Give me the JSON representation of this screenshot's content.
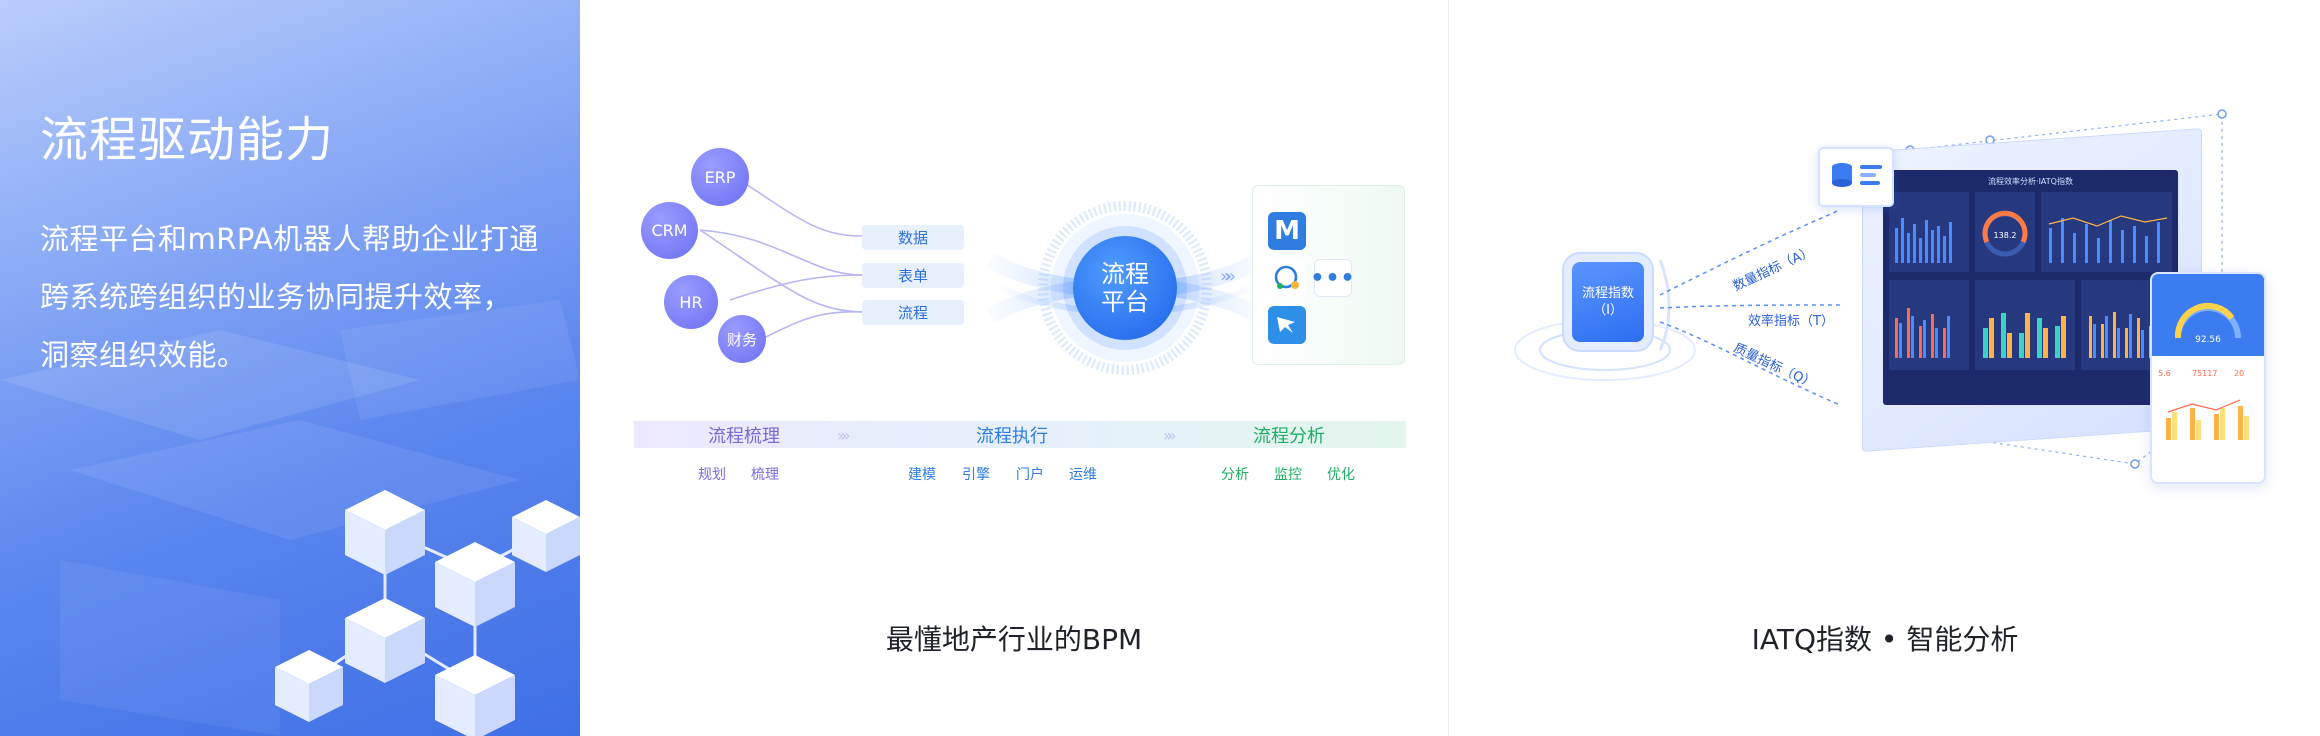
{
  "hero": {
    "title": "流程驱动能力",
    "description": "流程平台和mRPA机器人帮助企业打通跨系统跨组织的业务协同提升效率，洞察组织效能。"
  },
  "middle_panel": {
    "caption": "最懂地产行业的BPM",
    "systems": [
      "ERP",
      "CRM",
      "HR",
      "财务"
    ],
    "data_pills": [
      "数据",
      "表单",
      "流程"
    ],
    "core_line1": "流程",
    "core_line2": "平台",
    "apps": [
      "m-icon",
      "chat-icon",
      "more-icon",
      "bird-icon"
    ],
    "stages": [
      {
        "label": "流程梳理",
        "color": "#7b68d9",
        "steps": [
          "规划",
          "梳理"
        ]
      },
      {
        "label": "流程执行",
        "color": "#2f7de1",
        "steps": [
          "建模",
          "引擎",
          "门户",
          "运维"
        ]
      },
      {
        "label": "流程分析",
        "color": "#1fae63",
        "steps": [
          "分析",
          "监控",
          "优化"
        ]
      }
    ]
  },
  "right_panel": {
    "caption": "IATQ指数 • 智能分析",
    "core_line1": "流程指数",
    "core_line2": "（I）",
    "metrics": [
      "数量指标（A）",
      "效率指标（T）",
      "质量指标（Q）"
    ],
    "dashboard_title": "流程效率分析·IATQ指数",
    "gauge_value": "138.2",
    "mobile_value": "92.56",
    "mobile_stats": [
      "5.6",
      "75117",
      "20"
    ]
  },
  "colors": {
    "hero_blue": "#4a78ea",
    "bpm_blue": "#2f7de1",
    "bpm_purple": "#7b68d9",
    "bpm_green": "#1fae63",
    "caption": "#1f2329"
  }
}
